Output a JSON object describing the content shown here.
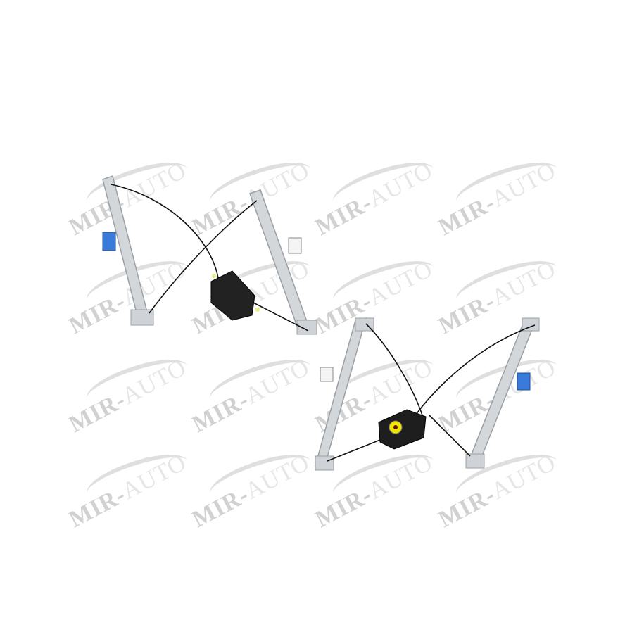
{
  "image": {
    "description": "Product photo of two car window regulators (front left and front right) on white background with repeated watermark",
    "watermark": {
      "text_main": "MIR-",
      "text_tail": "AUTO"
    },
    "items": [
      {
        "name": "window-regulator-left",
        "motor_color": "#222222",
        "rail_color": "#c8ccd0",
        "clip_color": "#3a7ad8"
      },
      {
        "name": "window-regulator-right",
        "motor_color": "#1e1e1e",
        "motor_accent": "#f2e600",
        "rail_color": "#c8ccd0",
        "clip_color": "#3a7ad8"
      }
    ]
  }
}
